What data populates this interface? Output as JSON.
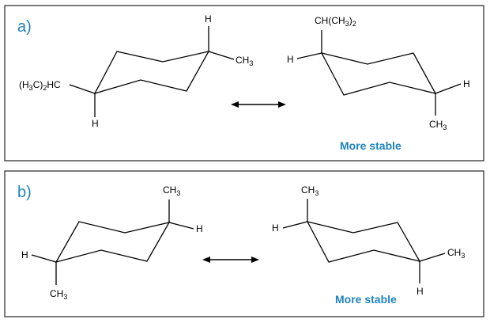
{
  "panel_a": {
    "label": "a)",
    "left": {
      "h_top": "H",
      "methyl": "CH",
      "methyl_sub": "3",
      "isopropyl": "(H",
      "isopropyl_sub": "3",
      "isopropyl_rest": "C)",
      "isopropyl_sub2": "2",
      "isopropyl_end": "HC",
      "h_bottom": "H"
    },
    "right": {
      "isopropyl": "CH(CH",
      "isopropyl_sub": "3",
      "isopropyl_end": ")",
      "isopropyl_sub2": "2",
      "h_left": "H",
      "h_right": "H",
      "methyl": "CH",
      "methyl_sub": "3"
    },
    "note": "More stable"
  },
  "panel_b": {
    "label": "b)",
    "left": {
      "methyl_top": "CH",
      "methyl_top_sub": "3",
      "h_right": "H",
      "h_left": "H",
      "methyl_bottom": "CH",
      "methyl_bottom_sub": "3"
    },
    "right": {
      "methyl_top": "CH",
      "methyl_top_sub": "3",
      "h_left": "H",
      "methyl_right": "CH",
      "methyl_right_sub": "3",
      "h_bottom": "H"
    },
    "note": "More stable"
  },
  "colors": {
    "label": "#1f82c0",
    "note": "#1f82c0",
    "line": "#000000"
  }
}
